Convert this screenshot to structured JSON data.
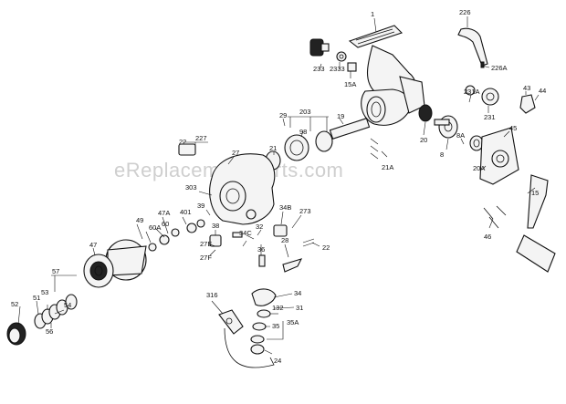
{
  "watermark": "eReplacementParts.com",
  "callouts": [
    "1",
    "226",
    "233",
    "2333",
    "15A",
    "226A",
    "43",
    "44",
    "231A",
    "231",
    "203",
    "29",
    "19",
    "98",
    "21",
    "20",
    "8A",
    "8",
    "45",
    "21A",
    "227",
    "22",
    "27",
    "20A",
    "15",
    "303",
    "39",
    "401",
    "47A",
    "60",
    "60A",
    "49",
    "38",
    "27E",
    "27F",
    "34B",
    "273",
    "34C",
    "32",
    "36",
    "28",
    "46",
    "47",
    "57",
    "51",
    "52",
    "53",
    "54",
    "56",
    "34",
    "31",
    "132",
    "35",
    "35A",
    "24",
    "316"
  ]
}
